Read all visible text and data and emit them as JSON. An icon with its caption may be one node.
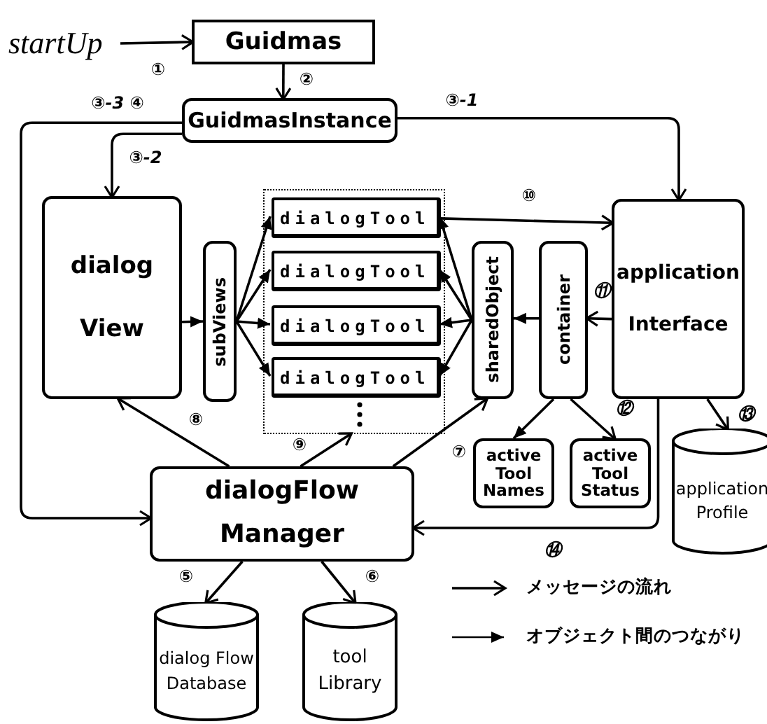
{
  "diagram": {
    "nodes": [
      {
        "text": [
          "startUp"
        ]
      },
      {
        "text": [
          "Guidmas"
        ]
      },
      {
        "text": [
          "GuidmasInstance"
        ]
      },
      {
        "text": [
          "dialog View"
        ]
      },
      {
        "text": [
          "subViews"
        ]
      },
      {
        "text": [],
        "shape": "box"
      },
      {
        "text": [
          "dialogTool"
        ],
        "in": 5
      },
      {
        "text": [
          "dialogTool"
        ],
        "in": 5
      },
      {
        "text": [
          "dialogTool"
        ],
        "in": 5
      },
      {
        "text": [
          "dialogTool"
        ],
        "in": 5
      },
      {
        "text": [
          "sharedObject"
        ]
      },
      {
        "text": [
          "container"
        ]
      },
      {
        "text": [
          "application Interface"
        ]
      },
      {
        "text": [
          "active Tool Names"
        ]
      },
      {
        "text": [
          "active Tool Status"
        ]
      },
      {
        "text": [
          "application Profile"
        ]
      },
      {
        "text": [
          "dialogFlow Manager"
        ]
      },
      {
        "text": [
          "dialog Flow Database"
        ]
      },
      {
        "text": [
          "tool Library"
        ]
      }
    ],
    "edges": [
      {
        "from": 0,
        "to": 1,
        "arrow": "to",
        "label": "①"
      },
      {
        "from": 1,
        "to": 2,
        "arrow": "to",
        "label": "②"
      },
      {
        "from": 2,
        "to": 12,
        "arrow": "to",
        "label": "③-1"
      },
      {
        "from": 2,
        "to": 3,
        "arrow": "to",
        "label": "③-2"
      },
      {
        "from": 2,
        "to": 16,
        "arrow": "to",
        "label": "③-3 ④"
      },
      {
        "from": 3,
        "to": 4,
        "arrow": "to"
      },
      {
        "from": 4,
        "to": 6,
        "arrow": "to"
      },
      {
        "from": 4,
        "to": 7,
        "arrow": "to"
      },
      {
        "from": 4,
        "to": 8,
        "arrow": "to"
      },
      {
        "from": 4,
        "to": 9,
        "arrow": "to"
      },
      {
        "from": 10,
        "to": 6,
        "arrow": "to"
      },
      {
        "from": 10,
        "to": 7,
        "arrow": "to"
      },
      {
        "from": 10,
        "to": 8,
        "arrow": "to"
      },
      {
        "from": 10,
        "to": 9,
        "arrow": "to"
      },
      {
        "from": 6,
        "to": 12,
        "arrow": "to",
        "label": "⑩"
      },
      {
        "from": 12,
        "to": 11,
        "arrow": "to",
        "label": "⑪"
      },
      {
        "from": 11,
        "to": 10,
        "arrow": "to"
      },
      {
        "from": 11,
        "to": 13,
        "arrow": "to"
      },
      {
        "from": 11,
        "to": 14,
        "arrow": "to",
        "label": "⑫"
      },
      {
        "from": 12,
        "to": 15,
        "arrow": "to",
        "label": "⑬"
      },
      {
        "from": 12,
        "to": 16,
        "arrow": "to",
        "label": "⑭"
      },
      {
        "from": 16,
        "to": 3,
        "arrow": "to",
        "label": "⑧"
      },
      {
        "from": 16,
        "to": 5,
        "arrow": "to",
        "label": "⑨"
      },
      {
        "from": 16,
        "to": 10,
        "arrow": "to",
        "label": "⑦"
      },
      {
        "from": 16,
        "to": 17,
        "arrow": "to",
        "label": "⑤"
      },
      {
        "from": 16,
        "to": 18,
        "arrow": "to",
        "label": "⑥"
      }
    ],
    "legend": [
      {
        "text": "メッセージの流れ"
      },
      {
        "text": "オブジェクト間のつながり"
      }
    ]
  }
}
